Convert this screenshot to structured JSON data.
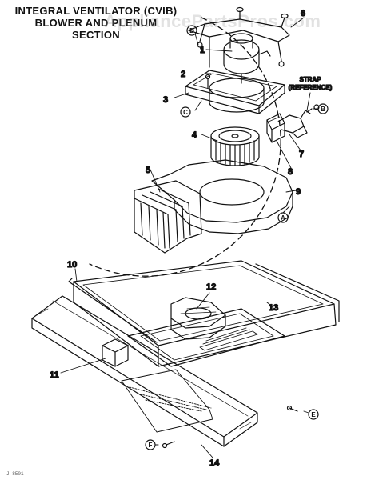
{
  "title": {
    "line1": "INTEGRAL VENTILATOR (CVIB)",
    "line2": "BLOWER AND PLENUM",
    "line3": "SECTION"
  },
  "watermark": "AppliancePartsPros.com",
  "strap_label": {
    "line1": "STRAP",
    "line2": "(REFERENCE)"
  },
  "callouts": {
    "c1": "1",
    "c2": "2",
    "c3": "3",
    "c4": "4",
    "c5": "5",
    "c6": "6",
    "c7": "7",
    "c8": "8",
    "c9": "9",
    "c10": "10",
    "c11": "11",
    "c12": "12",
    "c13": "13",
    "c14": "14"
  },
  "circled": {
    "A": "A",
    "B": "B",
    "C": "C",
    "D": "D",
    "E": "E",
    "F": "F"
  },
  "corner_code": "J-8501"
}
